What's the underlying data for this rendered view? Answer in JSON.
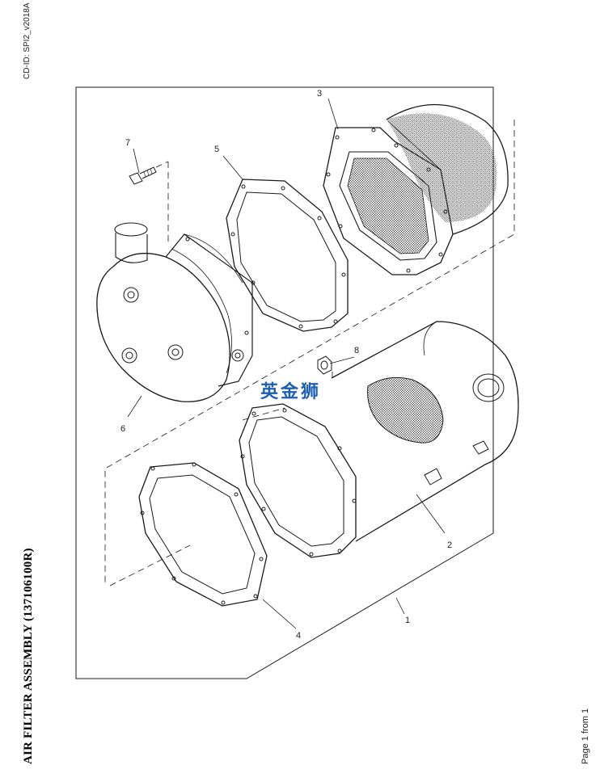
{
  "header": {
    "cd_id": "CD-ID: SPI2_v2018A"
  },
  "title": "AIR FILTER ASSEMBLY (137106100R)",
  "footer": {
    "page": "Page 1 from 1"
  },
  "watermark": "英金狮",
  "callouts": [
    {
      "id": "1",
      "label": "1"
    },
    {
      "id": "2",
      "label": "2"
    },
    {
      "id": "3",
      "label": "3"
    },
    {
      "id": "4",
      "label": "4"
    },
    {
      "id": "5",
      "label": "5"
    },
    {
      "id": "6",
      "label": "6"
    },
    {
      "id": "7",
      "label": "7"
    },
    {
      "id": "8",
      "label": "8"
    }
  ],
  "colors": {
    "line": "#1a1a1a",
    "watermark": "#1f5fb0"
  }
}
